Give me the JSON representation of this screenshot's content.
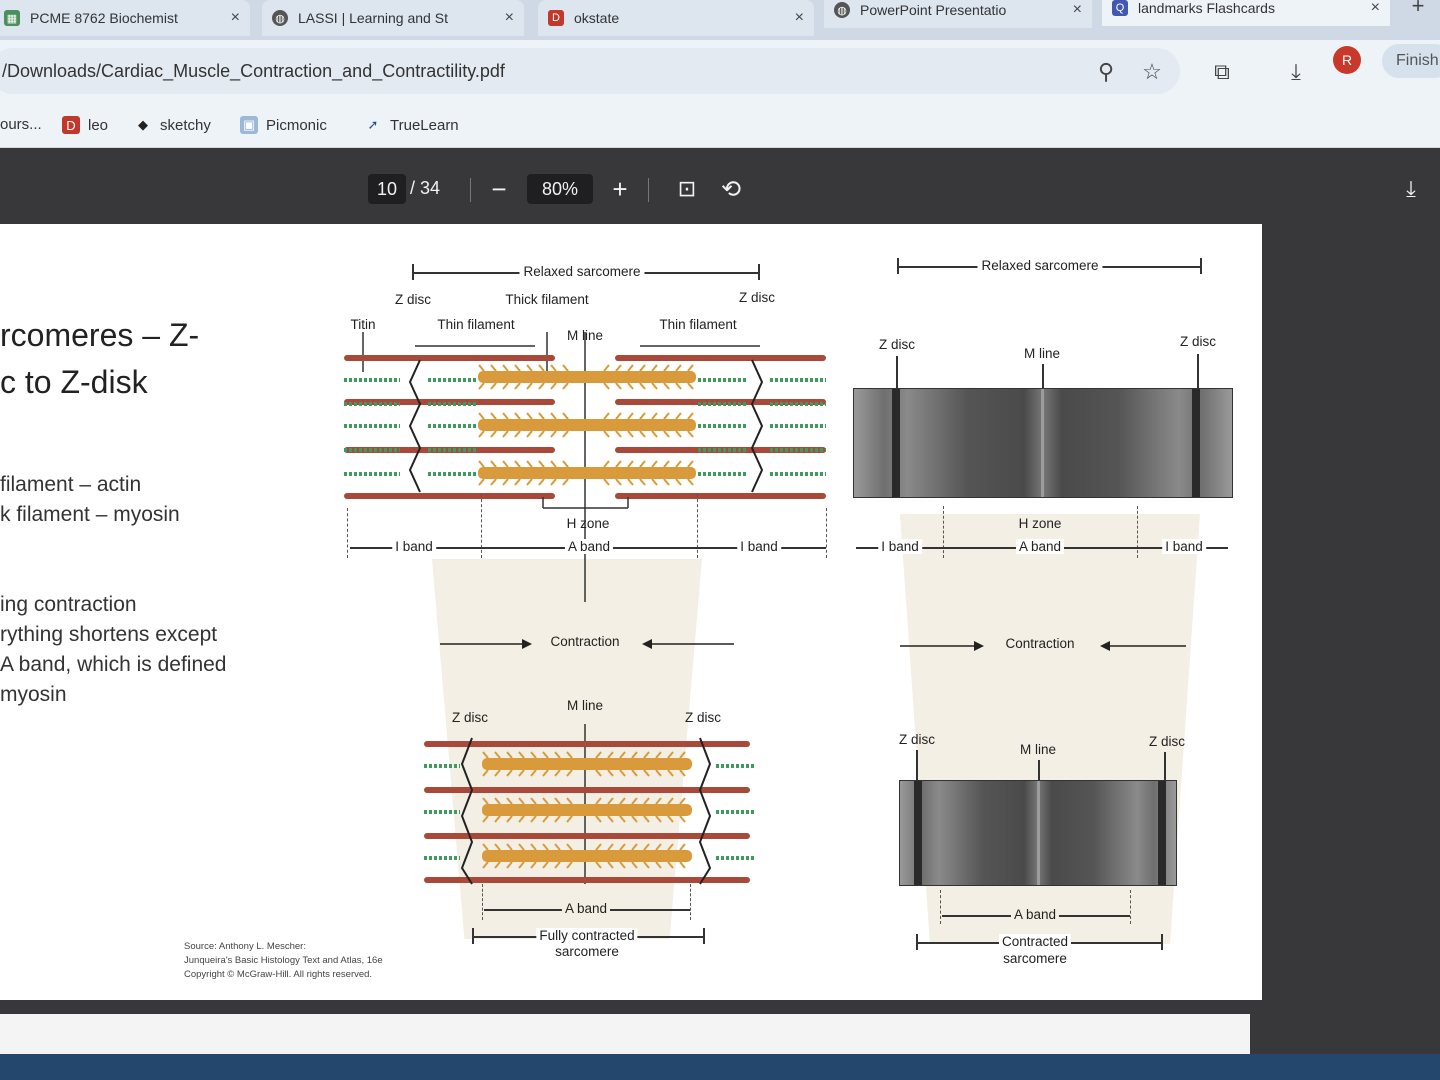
{
  "tabs": [
    {
      "title": "PCME 8762 Biochemist",
      "favicon": "grid-icon",
      "close": "×"
    },
    {
      "title": "LASSI | Learning and St",
      "favicon": "globe-icon",
      "close": "×"
    },
    {
      "title": "okstate",
      "favicon": "d2l-icon",
      "close": "×"
    },
    {
      "title": "PowerPoint Presentatio",
      "favicon": "globe-icon",
      "close": "×"
    },
    {
      "title": "landmarks Flashcards",
      "favicon": "quizlet-icon",
      "close": "×"
    }
  ],
  "new_tab": "+",
  "address_bar": {
    "url": "/Downloads/Cardiac_Muscle_Contraction_and_Contractility.pdf"
  },
  "toolbar": {
    "profile_initial": "R",
    "finish_label": "Finish"
  },
  "bookmarks": [
    {
      "label": "ours...",
      "icon": "none"
    },
    {
      "label": "leo",
      "icon": "d2l-icon"
    },
    {
      "label": "sketchy",
      "icon": "sketchy-icon"
    },
    {
      "label": "Picmonic",
      "icon": "picmonic-icon"
    },
    {
      "label": "TrueLearn",
      "icon": "truelearn-icon"
    }
  ],
  "pdf_toolbar": {
    "page_current": "10",
    "page_total": "/ 34",
    "zoom": "80%",
    "minus": "−",
    "plus": "+"
  },
  "slide": {
    "title_line1": "rcomeres – Z-",
    "title_line2": "c to Z-disk",
    "bullet1": "filament – actin",
    "bullet2": "k filament – myosin",
    "bullet3": "ing contraction",
    "bullet4": "rything shortens except",
    "bullet5": " A band, which is defined",
    "bullet6": "myosin",
    "source_line1": "Source: Anthony L. Mescher:",
    "source_line2": "Junqueira's Basic Histology Text and Atlas, 16e",
    "source_line3": "Copyright © McGraw-Hill. All rights reserved."
  },
  "figure": {
    "relaxed_sarcomere": "Relaxed sarcomere",
    "z_disc": "Z disc",
    "titin": "Titin",
    "thin_filament": "Thin filament",
    "thick_filament": "Thick filament",
    "m_line": "M line",
    "h_zone": "H zone",
    "i_band": "I band",
    "a_band": "A band",
    "contraction": "Contraction",
    "fully_contracted_1": "Fully contracted",
    "fully_contracted_2": "sarcomere",
    "contracted_1": "Contracted",
    "contracted_2": "sarcomere"
  },
  "colors": {
    "thick": "#d89a3a",
    "thin": "#a8493a",
    "titin": "#3f9a5e",
    "viewer": "#38383b"
  }
}
